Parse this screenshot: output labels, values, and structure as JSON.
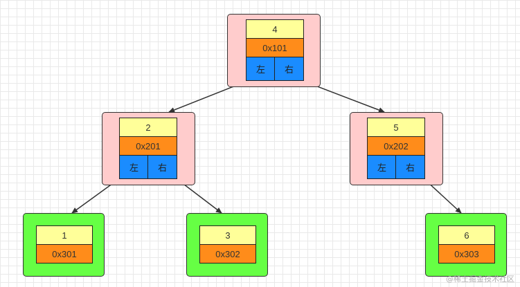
{
  "nodes": {
    "n4": {
      "key": "4",
      "addr": "0x101",
      "left": "左",
      "right": "右"
    },
    "n2": {
      "key": "2",
      "addr": "0x201",
      "left": "左",
      "right": "右"
    },
    "n5": {
      "key": "5",
      "addr": "0x202",
      "left": "左",
      "right": "右"
    },
    "n1": {
      "key": "1",
      "addr": "0x301"
    },
    "n3": {
      "key": "3",
      "addr": "0x302"
    },
    "n6": {
      "key": "6",
      "addr": "0x303"
    }
  },
  "colors": {
    "internal_node_bg": "#ffcccc",
    "leaf_node_bg": "#66ff44",
    "key_cell": "#ffff99",
    "addr_cell": "#ff8c1a",
    "pointer_cell": "#1a8cff"
  },
  "watermark": "@稀土掘金技术社区"
}
